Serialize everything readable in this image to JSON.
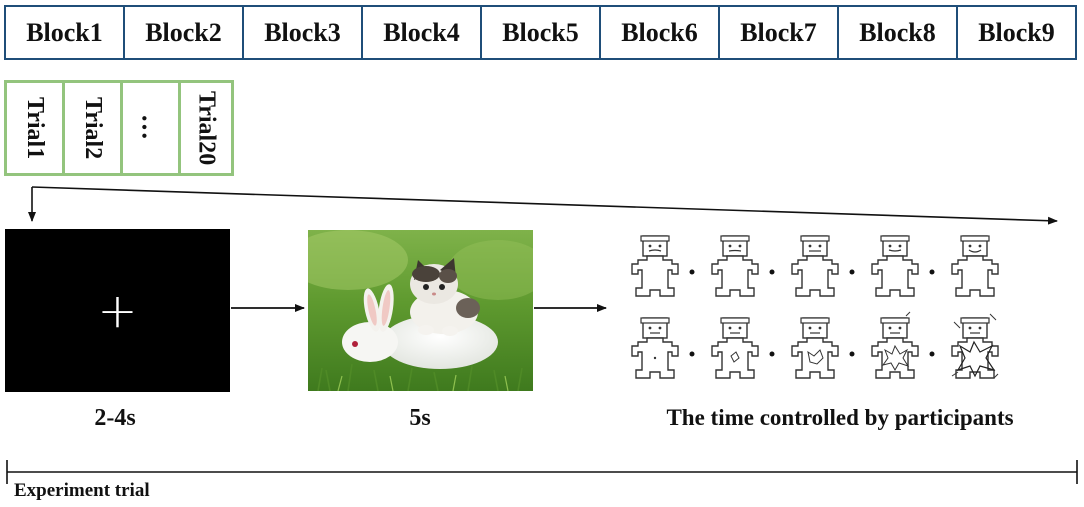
{
  "blocks": [
    "Block1",
    "Block2",
    "Block3",
    "Block4",
    "Block5",
    "Block6",
    "Block7",
    "Block8",
    "Block9"
  ],
  "trials": [
    "Trial1",
    "Trial2",
    "…",
    "Trial20"
  ],
  "stages": {
    "fixation": {
      "symbol": "+",
      "duration": "2-4s"
    },
    "image": {
      "duration": "5s"
    },
    "rating": {
      "duration": "The time controlled by participants"
    }
  },
  "timeline_label": "Experiment trial",
  "colors": {
    "block_border": "#1f4e79",
    "trial_border": "#93c47d",
    "fixation_bg": "#000000"
  }
}
